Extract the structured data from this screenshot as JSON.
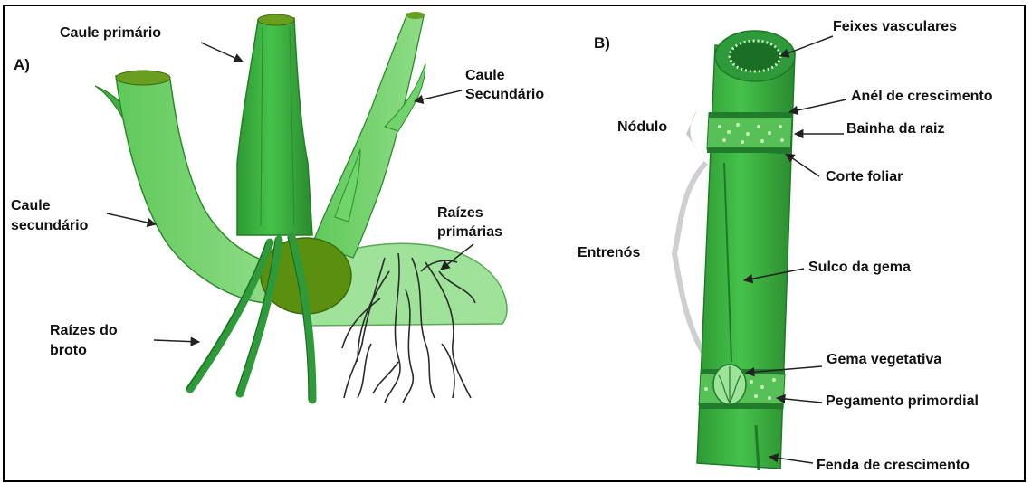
{
  "panel_a": {
    "letter": "A)",
    "labels": {
      "caule_primario": "Caule primário",
      "caule_secundario_right_1": "Caule",
      "caule_secundario_right_2": "Secundário",
      "caule_secundario_left_1": "Caule",
      "caule_secundario_left_2": "secundário",
      "raizes_primarias_1": "Raízes",
      "raizes_primarias_2": "primárias",
      "raizes_broto_1": "Raízes do",
      "raizes_broto_2": "broto"
    }
  },
  "panel_b": {
    "letter": "B)",
    "labels": {
      "feixes": "Feixes vasculares",
      "anel": "Anél de crescimento",
      "bainha": "Bainha da raiz",
      "nodulo": "Nódulo",
      "corte": "Corte foliar",
      "entrenos": "Entrenós",
      "sulco": "Sulco da gema",
      "gema": "Gema vegetativa",
      "pegamento": "Pegamento primordial",
      "fenda": "Fenda de crescimento"
    }
  },
  "colors": {
    "stem_dark": "#2e8b2e",
    "stem_mid": "#3fae3f",
    "stem_light": "#7fd67a",
    "root_light": "#a6e3a0",
    "node_band": "#1f7a28",
    "root_lines": "#2b2b2b"
  }
}
